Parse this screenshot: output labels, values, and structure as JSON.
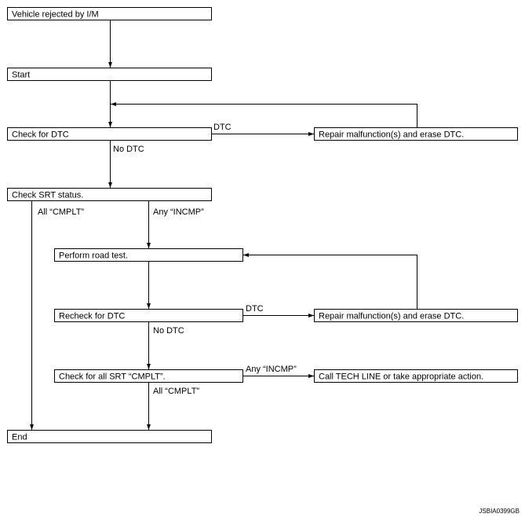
{
  "nodes": {
    "vehicle_rejected": "Vehicle rejected by I/M",
    "start": "Start",
    "check_dtc": "Check for DTC",
    "repair_1": "Repair malfunction(s) and erase DTC.",
    "check_srt": "Check SRT status.",
    "perform_road_test": "Perform road test.",
    "recheck_dtc": "Recheck for DTC",
    "repair_2": "Repair malfunction(s) and erase DTC.",
    "check_all_srt": "Check for all SRT “CMPLT”.",
    "call_tech_line": "Call TECH LINE or take appropriate action.",
    "end": "End"
  },
  "edge_labels": {
    "dtc_1": "DTC",
    "no_dtc_1": "No DTC",
    "all_cmplt_1": "All “CMPLT”",
    "any_incmp_1": "Any “INCMP”",
    "dtc_2": "DTC",
    "no_dtc_2": "No DTC",
    "any_incmp_2": "Any “INCMP”",
    "all_cmplt_2": "All “CMPLT”"
  },
  "figure_code": "JSBIA0399GB"
}
